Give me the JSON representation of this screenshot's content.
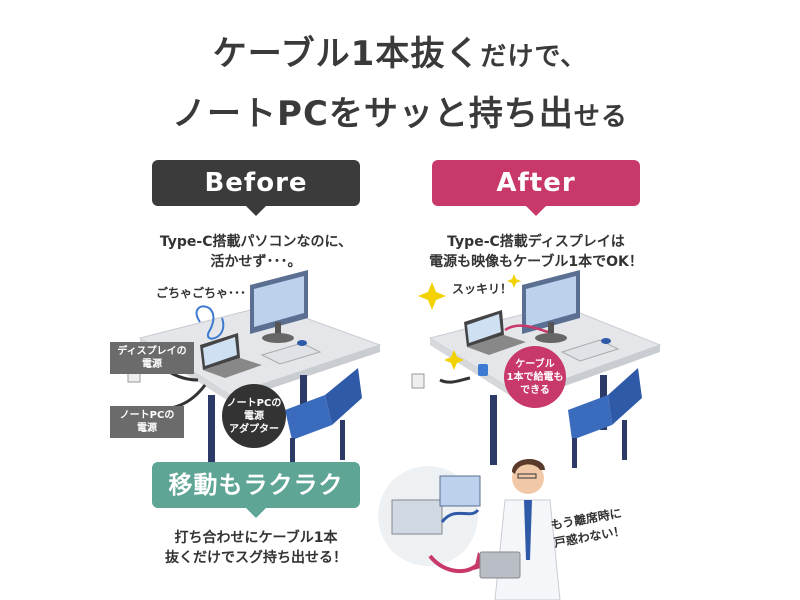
{
  "headline": {
    "line1_main": "ケーブル1本抜く",
    "line1_small": "だけで、",
    "line2_main": "ノートPCをサッと持ち出",
    "line2_small": "せる"
  },
  "before": {
    "tag": "Before",
    "caption_line1": "Type-C搭載パソコンなのに、",
    "caption_line2": "活かせず･･･。",
    "messy_note": "ごちゃごちゃ･･･",
    "display_power_line1": "ディスプレイの",
    "display_power_line2": "電源",
    "notepc_power_line1": "ノートPCの",
    "notepc_power_line2": "電源",
    "adapter_line1": "ノートPCの",
    "adapter_line2": "電源",
    "adapter_line3": "アダプター"
  },
  "after": {
    "tag": "After",
    "caption_line1": "Type-C搭載ディスプレイは",
    "caption_line2": "電源も映像もケーブル1本でOK！",
    "clean_note": "スッキリ！",
    "bubble_line1": "ケーブル",
    "bubble_line2": "1本で給電も",
    "bubble_line3": "できる"
  },
  "move": {
    "tag": "移動もラクラク",
    "caption_line1": "打ち合わせにケーブル1本",
    "caption_line2": "抜くだけでスグ持ち出せる！",
    "note_line1": "もう離席時に",
    "note_line2": "戸惑わない！"
  },
  "colors": {
    "before_tag": "#3b3b3b",
    "after_tag": "#c8386a",
    "move_tag": "#5ea596",
    "desk": "#e7e8ea",
    "chair": "#2f5aa8",
    "monitor": "#3d5f9a"
  }
}
